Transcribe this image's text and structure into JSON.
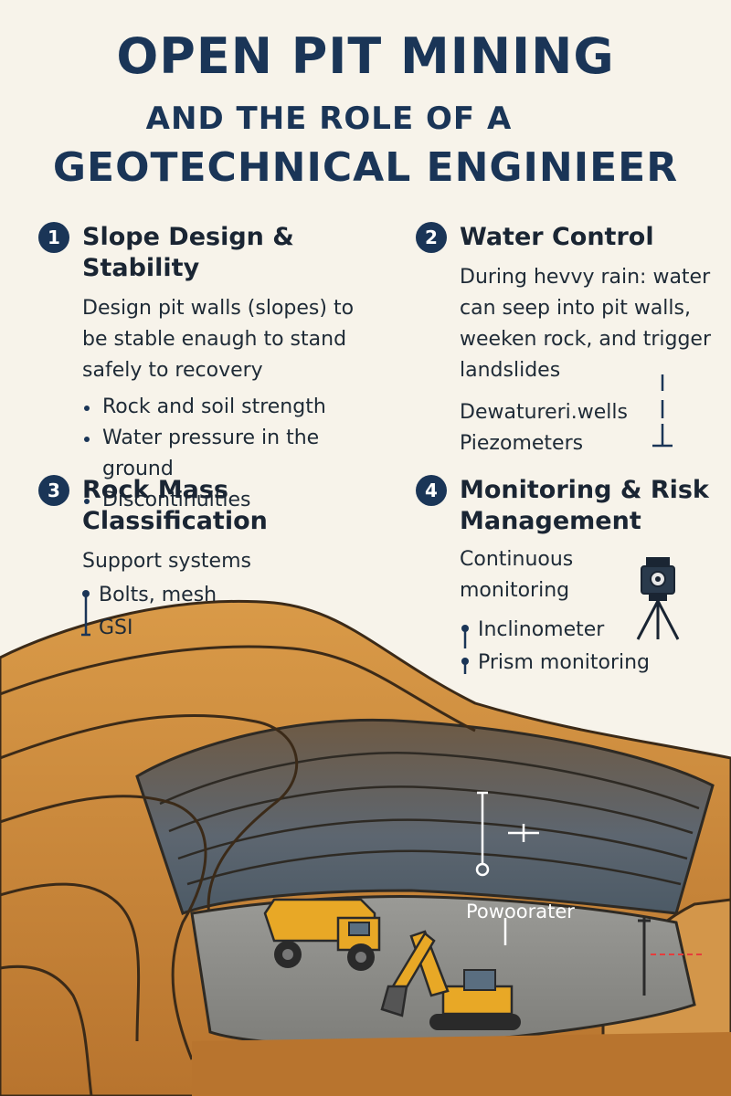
{
  "title": {
    "line1": "OPEN PIT MINING",
    "line2": "AND THE ROLE OF A",
    "line3": "GEOTECHNICAL ENGINIEER"
  },
  "sections": [
    {
      "number": "1",
      "heading": "Slope Design & Stability",
      "body": [
        "Design pit walls (slopes) to",
        "be stable enaugh to stand",
        "safely to recovery"
      ],
      "bullets": [
        "Rock and soil strength",
        "Water pressure in the ground",
        "Discontinuities"
      ]
    },
    {
      "number": "2",
      "heading": "Water Control",
      "body": [
        "During hevvy rain: water",
        "can seep into pit walls,",
        "weeken rock, and trigger",
        "landslides"
      ],
      "items": [
        "Dewatureri.wells",
        "Piezometers"
      ]
    },
    {
      "number": "3",
      "heading": "Rock Mass Classification",
      "body": [
        "Support systems"
      ],
      "items": [
        "Bolts, mesh",
        "GSI"
      ]
    },
    {
      "number": "4",
      "heading_line1": "Monitoring & Risk",
      "heading_line2": "Management",
      "body": [
        "Continuous",
        "monitoring"
      ],
      "items": [
        "Inclinometer",
        "Prism monitoring"
      ]
    }
  ],
  "pit_label": "Powoorater",
  "icons": [
    "total-station-icon",
    "piezometer-icon",
    "dump-truck-icon",
    "excavator-icon",
    "survey-pole-icon"
  ],
  "colors": {
    "navy": "#1a3557",
    "background": "#f7f3ea",
    "soil": "#c98a3d",
    "pit_floor": "#8a8a88"
  }
}
